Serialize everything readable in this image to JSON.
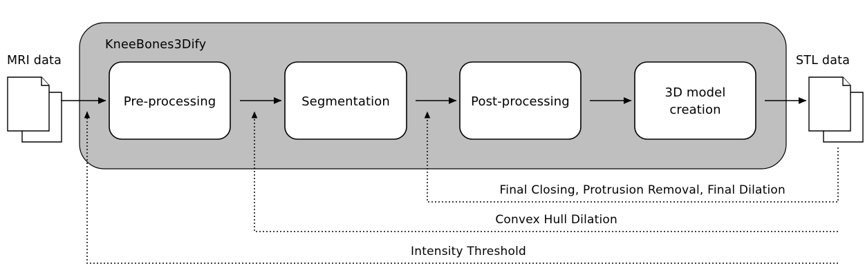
{
  "diagram": {
    "title": "KneeBones3Dify",
    "container_fill": "#bfbfbf",
    "background": "#ffffff",
    "stroke": "#000000"
  },
  "io": {
    "input": {
      "label": "MRI data",
      "icon": "document-stack-icon"
    },
    "output": {
      "label": "STL data",
      "icon": "document-stack-icon"
    }
  },
  "pipeline": {
    "steps": [
      {
        "id": "pre-processing",
        "label": "Pre-processing",
        "lines": [
          "Pre-processing"
        ]
      },
      {
        "id": "segmentation",
        "label": "Segmentation",
        "lines": [
          "Segmentation"
        ]
      },
      {
        "id": "post-processing",
        "label": "Post-processing",
        "lines": [
          "Post-processing"
        ]
      },
      {
        "id": "3d-model-creation",
        "label": "3D model creation",
        "lines": [
          "3D model",
          "creation"
        ]
      }
    ]
  },
  "feedback_loops": [
    {
      "id": "final-closing",
      "label": "Final Closing, Protrusion Removal, Final Dilation",
      "target_step": "post-processing"
    },
    {
      "id": "convex-hull-dilation",
      "label": "Convex Hull Dilation",
      "target_step": "segmentation"
    },
    {
      "id": "intensity-threshold",
      "label": "Intensity Threshold",
      "target_step": "pre-processing"
    }
  ]
}
